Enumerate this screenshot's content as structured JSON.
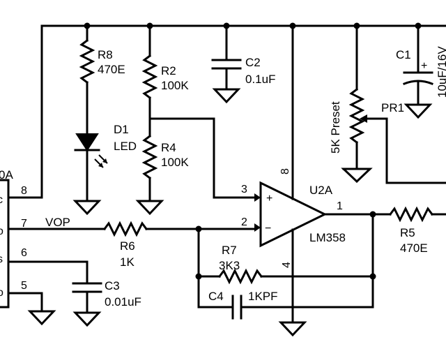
{
  "components": {
    "R8": {
      "ref": "R8",
      "value": "470E"
    },
    "R2": {
      "ref": "R2",
      "value": "100K"
    },
    "R4": {
      "ref": "R4",
      "value": "100K"
    },
    "C2": {
      "ref": "C2",
      "value": "0.1uF"
    },
    "C1": {
      "ref": "C1",
      "value": "10uF/16V"
    },
    "PR1": {
      "ref": "PR1",
      "value": "5K Preset"
    },
    "D1": {
      "ref": "D1",
      "value": "LED"
    },
    "U2A": {
      "ref": "U2A",
      "part": "LM358"
    },
    "R6": {
      "ref": "R6",
      "value": "1K"
    },
    "R7": {
      "ref": "R7",
      "value": "3K3"
    },
    "C4": {
      "ref": "C4",
      "value": "1KPF"
    },
    "C3": {
      "ref": "C3",
      "value": "0.01uF"
    },
    "R5": {
      "ref": "R5",
      "value": "470E"
    }
  },
  "net_labels": {
    "vop": "VOP"
  },
  "connector": {
    "ref_partial": "0A",
    "pins": [
      "8",
      "7",
      "6",
      "5"
    ]
  },
  "opamp_pins": {
    "vcc": "8",
    "non_inv": "3",
    "inv": "2",
    "gnd": "4",
    "out": "1"
  },
  "polarity": {
    "plus": "+",
    "minus": "−",
    "cap_plus": "+"
  }
}
